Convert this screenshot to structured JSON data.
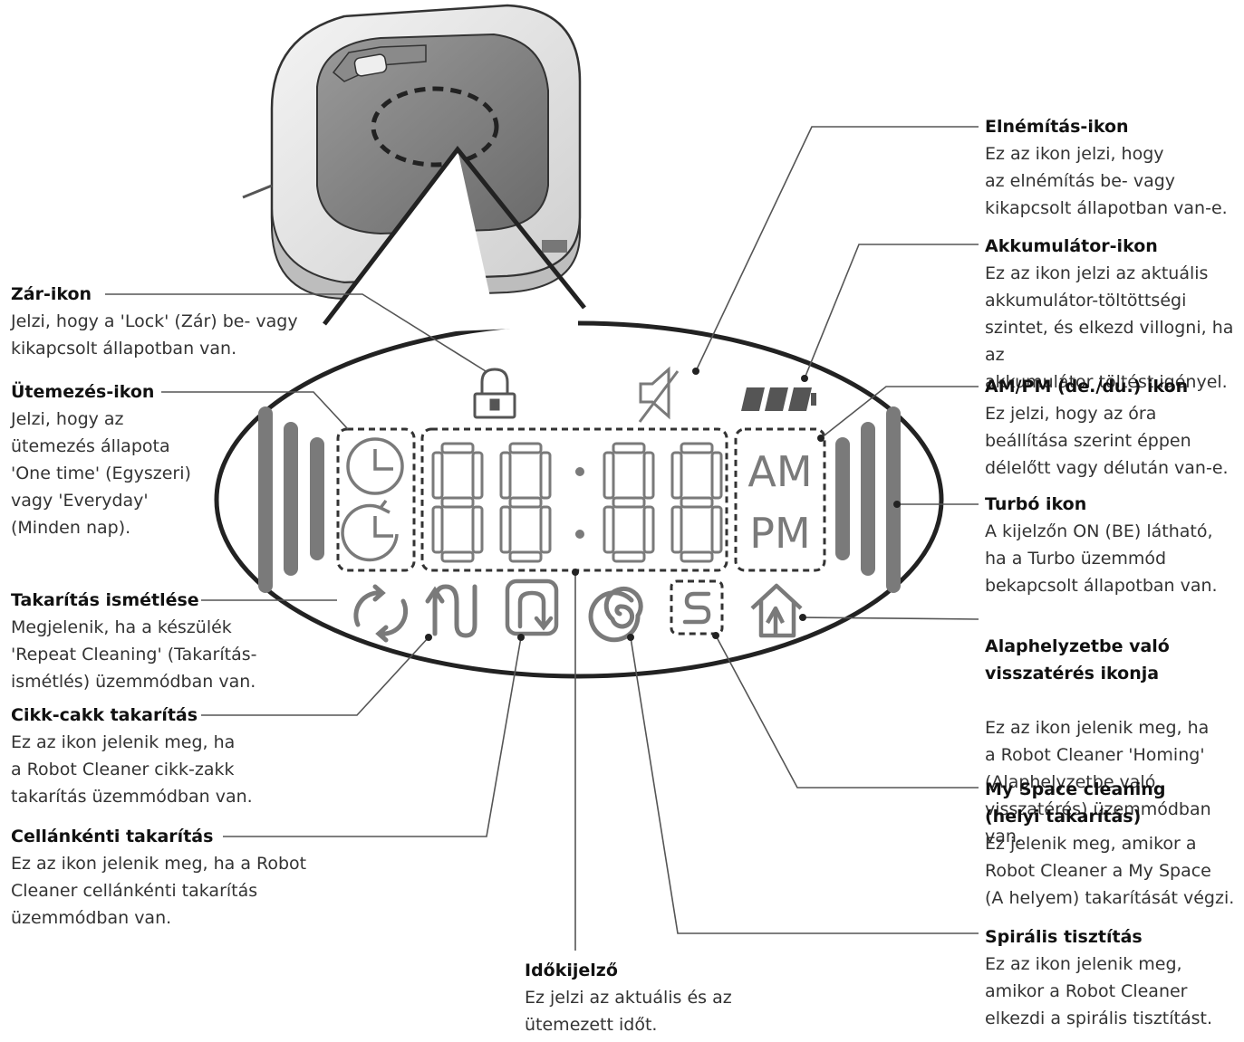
{
  "display": {
    "am": "AM",
    "pm": "PM"
  },
  "labels": {
    "zar": {
      "title": "Zár-ikon",
      "desc": "Jelzi, hogy a 'Lock' (Zár) be- vagy\nkikapcsolt állapotban van."
    },
    "utemezes": {
      "title": "Ütemezés-ikon",
      "desc": "Jelzi, hogy az\nütemezés állapota\n'One time' (Egyszeri)\nvagy 'Everyday'\n(Minden nap)."
    },
    "ismetles": {
      "title": "Takarítás ismétlése",
      "desc": "Megjelenik, ha a készülék\n'Repeat Cleaning' (Takarítás-\nismétlés) üzemmódban van."
    },
    "cikkcakk": {
      "title": "Cikk-cakk takarítás",
      "desc": "Ez az ikon jelenik meg, ha\na Robot Cleaner cikk-zakk\ntakarítás üzemmódban van."
    },
    "cella": {
      "title": "Cellánkénti takarítás",
      "desc": "Ez az ikon jelenik meg, ha a Robot\nCleaner cellánkénti takarítás\nüzemmódban van."
    },
    "ido": {
      "title": "Időkijelző",
      "desc": "Ez jelzi az aktuális és az\nütemezett időt."
    },
    "elnemitas": {
      "title": "Elnémítás-ikon",
      "desc": "Ez az ikon jelzi, hogy\naz elnémítás be- vagy\nkikapcsolt állapotban van-e."
    },
    "akku": {
      "title": "Akkumulátor-ikon",
      "desc": "Ez az ikon jelzi az aktuális\nakkumulátor-töltöttségi\nszintet, és elkezd villogni, ha az\nakkumulátor töltést igényel."
    },
    "ampm": {
      "title": "AM/PM (de./du.) ikon",
      "desc": "Ez jelzi, hogy az óra\nbeállítása szerint éppen\ndélelőtt vagy délután van-e."
    },
    "turbo": {
      "title": "Turbó ikon",
      "desc": "A kijelzőn ON (BE) látható,\nha a Turbo üzemmód\nbekapcsolt állapotban van."
    },
    "alap": {
      "title": "Alaphelyzetbe való\nvisszatérés ikonja",
      "desc": "Ez az ikon jelenik meg, ha\na Robot Cleaner 'Homing'\n(Alaphelyzetbe való\nvisszatérés) üzemmódban van."
    },
    "myspace": {
      "title": "My Space cleaning\n(helyi takarítás)",
      "desc": "Ez jelenik meg, amikor a\nRobot Cleaner a My Space\n(A helyem) takarítását végzi."
    },
    "spiral": {
      "title": "Spirális tisztítás",
      "desc": "Ez az ikon jelenik meg,\namikor a Robot Cleaner\nelkezdi a spirális tisztítást."
    }
  },
  "colors": {
    "icon": "#7a7a7a",
    "line": "#555555",
    "battery": "#555555"
  }
}
